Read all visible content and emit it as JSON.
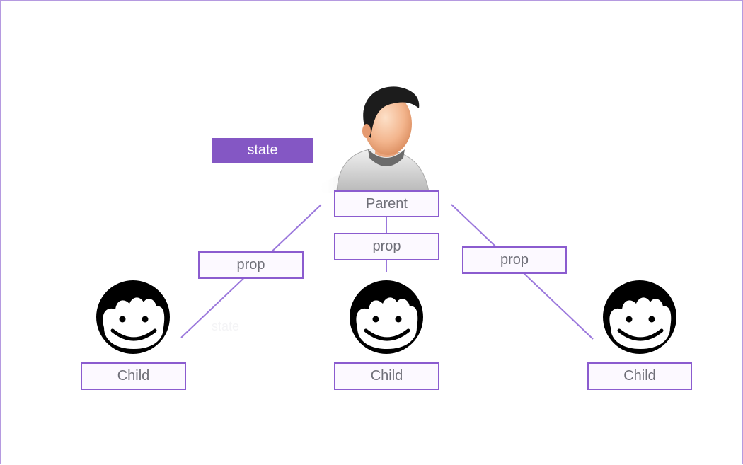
{
  "diagram": {
    "state_label": "state",
    "faint_state_label": "state",
    "parent_label": "Parent",
    "prop_labels": [
      "prop",
      "prop",
      "prop"
    ],
    "child_labels": [
      "Child",
      "Child",
      "Child"
    ],
    "icons": {
      "parent": "parent-person-icon",
      "child": "child-smiley-icon"
    },
    "colors": {
      "accent": "#8457c4",
      "border": "#8b5ccf",
      "line": "#9b78dc",
      "text": "#6f6f78"
    }
  }
}
